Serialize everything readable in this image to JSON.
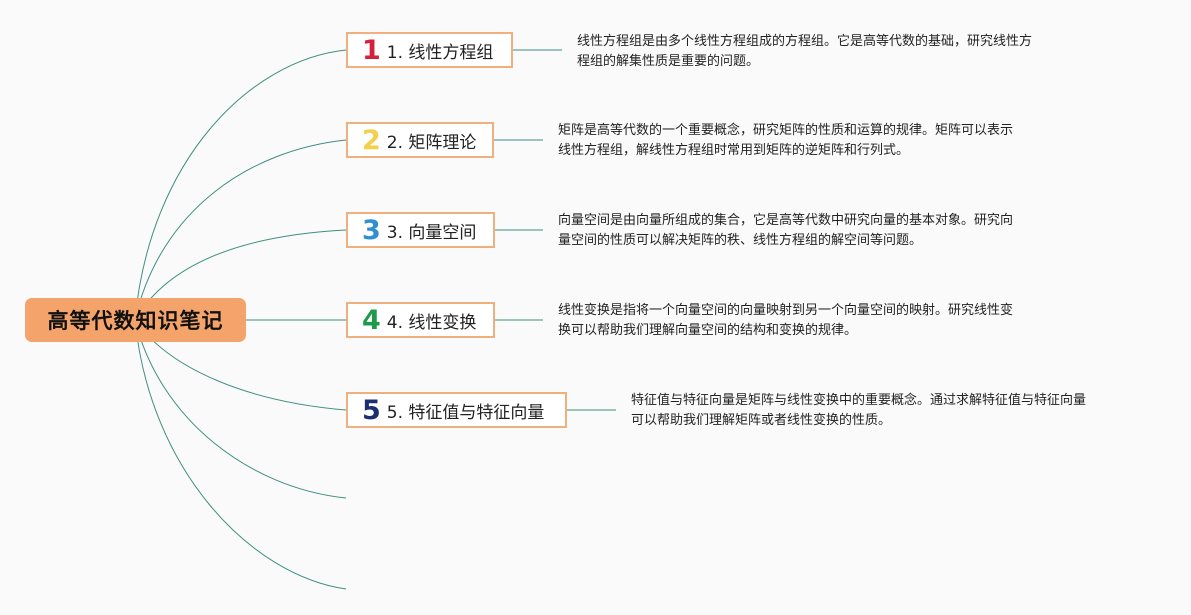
{
  "root": {
    "label": "高等代数知识笔记"
  },
  "topics": [
    {
      "num": "1",
      "color": "#d61f3a",
      "label": "1. 线性方程组",
      "desc": [
        "线性方程组是由多个线性方程组成的方程组。它是高等代数的基础，研究线性方",
        "程组的解集性质是重要的问题。"
      ]
    },
    {
      "num": "2",
      "color": "#f2d04a",
      "label": "2. 矩阵理论",
      "desc": [
        "矩阵是高等代数的一个重要概念，研究矩阵的性质和运算的规律。矩阵可以表示",
        "线性方程组，解线性方程组时常用到矩阵的逆矩阵和行列式。"
      ]
    },
    {
      "num": "3",
      "color": "#2f8fd0",
      "label": "3. 向量空间",
      "desc": [
        "向量空间是由向量所组成的集合，它是高等代数中研究向量的基本对象。研究向",
        "量空间的性质可以解决矩阵的秩、线性方程组的解空间等问题。"
      ]
    },
    {
      "num": "4",
      "color": "#1f9a4a",
      "label": "4. 线性变换",
      "desc": [
        "线性变换是指将一个向量空间的向量映射到另一个向量空间的映射。研究线性变",
        "换可以帮助我们理解向量空间的结构和变换的规律。"
      ]
    },
    {
      "num": "5",
      "color": "#1c2e70",
      "label": "5. 特征值与特征向量",
      "desc": [
        "特征值与特征向量是矩阵与线性变换中的重要概念。通过求解特征值与特征向量",
        "可以帮助我们理解矩阵或者线性变换的性质。"
      ]
    }
  ],
  "colors": {
    "link": "#3f8f80",
    "border": "#f0b07e",
    "root_bg": "#f4a46a"
  }
}
